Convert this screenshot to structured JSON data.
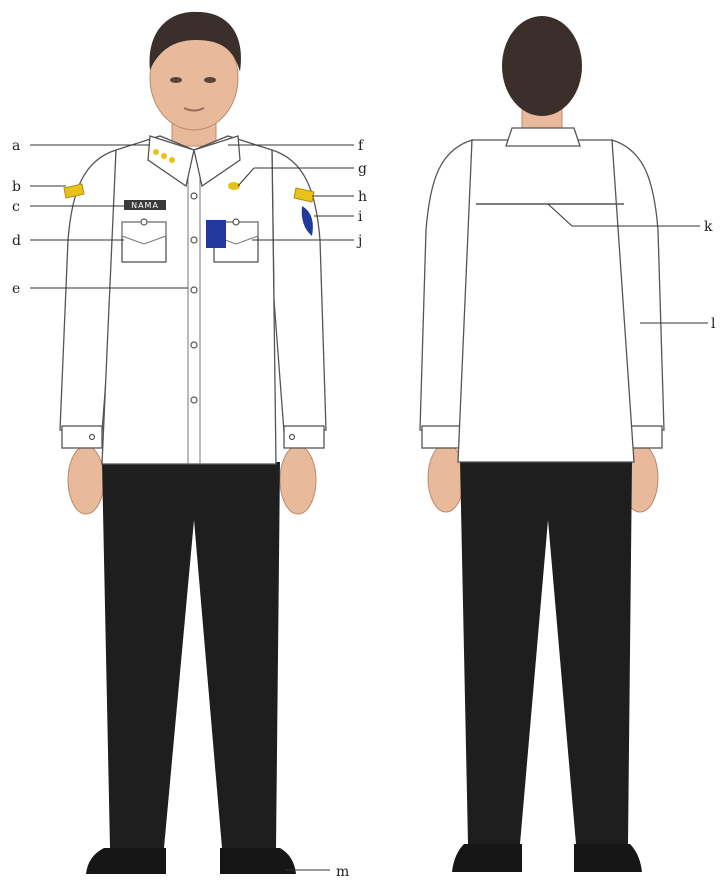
{
  "labels": {
    "a": "a",
    "b": "b",
    "c": "c",
    "d": "d",
    "e": "e",
    "f": "f",
    "g": "g",
    "h": "h",
    "i": "i",
    "j": "j",
    "k": "k",
    "l": "l",
    "m": "m"
  },
  "name_tag": {
    "text": "NAMA"
  },
  "colors": {
    "shirt": "#ffffff",
    "pants": "#1e1e1e",
    "badge_blue": "#233a9c",
    "gold": "#e8c21a",
    "name_plate": "#3a3a3a",
    "skin": "#e8b99a",
    "hair": "#3a2f2a"
  }
}
